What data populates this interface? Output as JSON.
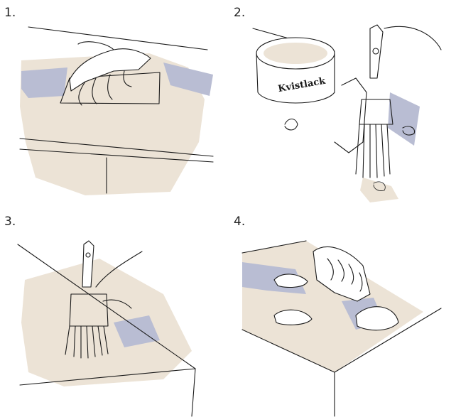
{
  "steps": [
    {
      "number": "1.",
      "icon": "sanding-block-icon"
    },
    {
      "number": "2.",
      "icon": "paint-can-brush-icon",
      "can_label": "Kvistlack"
    },
    {
      "number": "3.",
      "icon": "paintbrush-icon"
    },
    {
      "number": "4.",
      "icon": "cloth-wipe-icon"
    }
  ],
  "colors": {
    "surface_beige": "#ece3d6",
    "shadow_blue": "#b9bdd3",
    "line_black": "#1a1a1a"
  }
}
